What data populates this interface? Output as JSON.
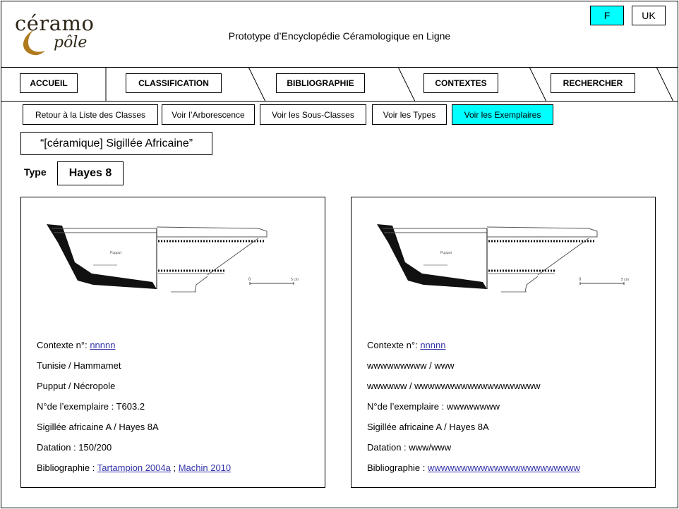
{
  "logo": {
    "line1": "céramo",
    "line2": "pôle"
  },
  "header": {
    "title": "Prototype d’Encyclopédie Céramologique en Ligne"
  },
  "lang": {
    "fr": "F",
    "uk": "UK"
  },
  "tabs": [
    "ACCUEIL",
    "CLASSIFICATION",
    "BIBLIOGRAPHIE",
    "CONTEXTES",
    "RECHERCHER"
  ],
  "subnav": [
    "Retour à la Liste des Classes",
    "Voir l’Arborescence",
    "Voir les Sous-Classes",
    "Voir les Types",
    "Voir les Exemplaires"
  ],
  "class_label": "“[céramique] Sigillée Africaine”",
  "type": {
    "label": "Type",
    "value": "Hayes 8"
  },
  "drawing_text": {
    "site": "Pupput",
    "scale_zero": "0",
    "scale_unit": "5 cm"
  },
  "cards": [
    {
      "contexte_label": "Contexte n°:",
      "contexte_link": "nnnnn",
      "location": "Tunisie / Hammamet",
      "site": "Pupput / Nécropole",
      "exemplaire": "N°de l’exemplaire : T603.2",
      "classification": "Sigillée africaine A / Hayes 8A",
      "datation": "Datation : 150/200",
      "biblio_label": "Bibliographie :",
      "biblio_links": [
        "Tartampion 2004a",
        "Machin 2010"
      ],
      "biblio_sep": " ; "
    },
    {
      "contexte_label": "Contexte n°:",
      "contexte_link": "nnnnn",
      "location": "wwwwwwwww / www",
      "site": "wwwwww / wwwwwwwwwwwwwwwwwww",
      "exemplaire": "N°de l’exemplaire : wwwwwwww",
      "classification": "Sigillée africaine A / Hayes 8A",
      "datation": "Datation : www/www",
      "biblio_label": "Bibliographie :",
      "biblio_links": [
        "wwwwwwwwwwwwwwwwwwwwwww"
      ]
    }
  ]
}
